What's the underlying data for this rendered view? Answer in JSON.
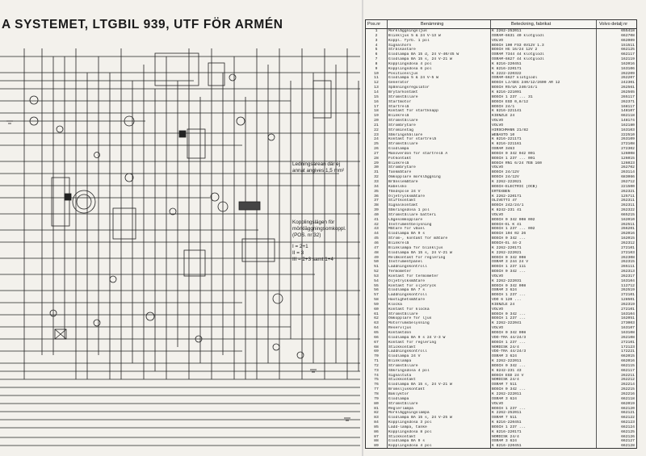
{
  "title": "A SYSTEMET, LTGBIL 939, UTF FÖR ARMÉN",
  "notes": {
    "wire_area": [
      "Ledningsarean där ej",
      "annat angives 1,5 mm²"
    ],
    "coupling_header": [
      "Kopplingslägen för",
      "mörkläggningsomkoppl.",
      "(POS. nr 32)"
    ],
    "coupling_lines": [
      "I = 2+1",
      "II = 3",
      "III = 2+3 samt 1+4"
    ]
  },
  "table": {
    "headers": {
      "no": "Pos.nr",
      "desc": "Benämning",
      "bet": "Beteckning, fabrikat",
      "vol": "Volvo detalj nr"
    },
    "rows": [
      {
        "no": "1",
        "desc": "Mörkläggningsljus",
        "bet": "K 2262-252011",
        "vol": "655418"
      },
      {
        "no": "2",
        "desc": "Blinkljus 5 & 24 V-13 W",
        "bet": "OSRAM-6631 40 klotglödl",
        "vol": "662708"
      },
      {
        "no": "3",
        "desc": "Koppl. fyrb. 1 pol",
        "bet": "VOLVO",
        "vol": "662009"
      },
      {
        "no": "4",
        "desc": "Signalhorn",
        "bet": "BOSCH 100 FS3 6V12V 1.3",
        "vol": "151511"
      },
      {
        "no": "5",
        "desc": "Strålkastare",
        "bet": "BOSCH HG 16/24 12V 2",
        "vol": "662125"
      },
      {
        "no": "6",
        "desc": "Glödlampa BA 15 d, 24 V-40/45 W",
        "bet": "OSRAM 7344 44 klotglödl",
        "vol": "662117"
      },
      {
        "no": "7",
        "desc": "Glödlampa BA 15 s, 24 V-21 W",
        "bet": "OSRAM-6627 44 klotglödl",
        "vol": "162119"
      },
      {
        "no": "8",
        "desc": "Kopplingsdosa 4 pol",
        "bet": "K 8216-220451",
        "vol": "162016"
      },
      {
        "no": "9",
        "desc": "Kopplingsdosa 6 pol",
        "bet": "K 8216-220171",
        "vol": "163106"
      },
      {
        "no": "10",
        "desc": "Positionsljus",
        "bet": "K 2222-220322",
        "vol": "262209"
      },
      {
        "no": "11",
        "desc": "Glödlampa 5 & 24 V-5 W",
        "bet": "OSRAM-6627 klotglödl",
        "vol": "262207"
      },
      {
        "no": "12",
        "desc": "Generator",
        "bet": "BOSCH LJ/GEG 240/12/2600 AR 12",
        "vol": "242301"
      },
      {
        "no": "13",
        "desc": "Spänningsregulator",
        "bet": "BOSCH RS/UA 240/24/1",
        "vol": "262561"
      },
      {
        "no": "14",
        "desc": "Brytarkontakt",
        "bet": "K 8216-221091",
        "vol": "262565"
      },
      {
        "no": "15",
        "desc": "Strömställare",
        "bet": "BOSCH 1 237 ... 31",
        "vol": "265117"
      },
      {
        "no": "16",
        "desc": "Startmotor",
        "bet": "BOSCH EGD 0,8/12",
        "vol": "262371"
      },
      {
        "no": "17",
        "desc": "Startrelä",
        "bet": "BOSCH 24/1",
        "vol": "168117"
      },
      {
        "no": "18",
        "desc": "Kontakt för startknapp",
        "bet": "K 8216-221141",
        "vol": "148107"
      },
      {
        "no": "19",
        "desc": "Blinkrelä",
        "bet": "KIENZLE 24",
        "vol": "662118"
      },
      {
        "no": "20",
        "desc": "Strömställare",
        "bet": "VOLVO",
        "vol": "148174"
      },
      {
        "no": "21",
        "desc": "Strömbrytare",
        "bet": "VOLVO",
        "vol": "162180"
      },
      {
        "no": "22",
        "desc": "Ströminstag",
        "bet": "HIRSCHMANN 21/82",
        "vol": "163103"
      },
      {
        "no": "23",
        "desc": "Säkringshållare",
        "bet": "WEBASTO 10",
        "vol": "222510"
      },
      {
        "no": "24",
        "desc": "Kontakt för startrelä",
        "bet": "K 8216-221171",
        "vol": "263109"
      },
      {
        "no": "25",
        "desc": "Strömställare",
        "bet": "K 8216-221161",
        "vol": "272108"
      },
      {
        "no": "26",
        "desc": "Glödlampa",
        "bet": "OSRAM 3463",
        "vol": "272302"
      },
      {
        "no": "27",
        "desc": "Manöverdon för startrelä A",
        "bet": "BOSCH 0 342 042 001",
        "vol": "126008"
      },
      {
        "no": "28",
        "desc": "Fotkontakt",
        "bet": "BOSCH 1 237 ... 001",
        "vol": "126015"
      },
      {
        "no": "29",
        "desc": "Blinkrelä",
        "bet": "BOSCH RN1 6/24 7EB 160",
        "vol": "126023"
      },
      {
        "no": "30",
        "desc": "Strömbrytare",
        "bet": "VOLVO",
        "vol": "262702"
      },
      {
        "no": "31",
        "desc": "Tankmätare",
        "bet": "BOSCH 24/12V",
        "vol": "263114"
      },
      {
        "no": "32",
        "desc": "Omkopplare mörkläggning",
        "bet": "BOSCH 24/12V",
        "vol": "683066"
      },
      {
        "no": "33",
        "desc": "Bränslemätare",
        "bet": "K 2262-222021",
        "vol": "262712"
      },
      {
        "no": "34",
        "desc": "Kabelsko",
        "bet": "BOSCH-ELECTRIC (OCB)",
        "vol": "221500"
      },
      {
        "no": "35",
        "desc": "Tändspole 24 V",
        "bet": "ERTEXBEN",
        "vol": "262321"
      },
      {
        "no": "36",
        "desc": "Oljetrycksmätare",
        "bet": "K 2262-220171",
        "vol": "125711"
      },
      {
        "no": "37",
        "desc": "Stiftkontakt",
        "bet": "OLIVETTI 47",
        "vol": "262311"
      },
      {
        "no": "38",
        "desc": "Signalkontakt",
        "bet": "BOSCH 242/24/1",
        "vol": "262311"
      },
      {
        "no": "39",
        "desc": "Säkringsdosa 1 pol",
        "bet": "K 8242-231 41",
        "vol": "262322"
      },
      {
        "no": "40",
        "desc": "Strömställare batteri",
        "bet": "VOLVO",
        "vol": "665215"
      },
      {
        "no": "41",
        "desc": "Lägesomkopplare",
        "bet": "BOSCH 0 342 008 002",
        "vol": "162010"
      },
      {
        "no": "42",
        "desc": "Instrumentbelysning",
        "bet": "BOSCH-EL K 41",
        "vol": "262511"
      },
      {
        "no": "43",
        "desc": "Mätare för växel",
        "bet": "BOSCH 1 237 ... 002",
        "vol": "266201"
      },
      {
        "no": "44",
        "desc": "Glödlampa BA 9 s",
        "bet": "BOSCH 104 02 26",
        "vol": "262016"
      },
      {
        "no": "45",
        "desc": "Ström-, kontakt för mätare",
        "bet": "BOSCH 0 342 ...",
        "vol": "162015"
      },
      {
        "no": "46",
        "desc": "Blinkrelä",
        "bet": "BOSCH-EL 44-2",
        "vol": "262312"
      },
      {
        "no": "47",
        "desc": "Blinklampa för blinkljus",
        "bet": "K 2262-220171",
        "vol": "272101"
      },
      {
        "no": "48",
        "desc": "Glödlampa BA 15 s, 24 V-21 W",
        "bet": "K 2262-222021",
        "vol": "272103"
      },
      {
        "no": "49",
        "desc": "Reläkontakt för reglering",
        "bet": "BOSCH 0 342 008",
        "vol": "262308"
      },
      {
        "no": "50",
        "desc": "Instrumentpanel",
        "bet": "OSRAM 3 244 24 V",
        "vol": "262315"
      },
      {
        "no": "51",
        "desc": "Laddningskontroll",
        "bet": "BOSCH 1 237 111",
        "vol": "265111"
      },
      {
        "no": "52",
        "desc": "Termometer",
        "bet": "BOSCH 0 342 ...",
        "vol": "262313"
      },
      {
        "no": "53",
        "desc": "Kontakt för termometer",
        "bet": "VOLVO",
        "vol": "262317"
      },
      {
        "no": "54",
        "desc": "Oljetrycksmätare",
        "bet": "K 2262-222031",
        "vol": "163104"
      },
      {
        "no": "55",
        "desc": "Kontakt för oljetryck",
        "bet": "BOSCH 0 342 008",
        "vol": "112712"
      },
      {
        "no": "56",
        "desc": "Glödlampa BA 7 s",
        "bet": "OSRAM 3 624",
        "vol": "262519"
      },
      {
        "no": "57",
        "desc": "Laddningskontroll",
        "bet": "BOSCH 1 237 ...",
        "vol": "272101"
      },
      {
        "no": "58",
        "desc": "Hastighetsmätare",
        "bet": "VDO 6 120 ... ",
        "vol": "128501"
      },
      {
        "no": "59",
        "desc": "Klocka",
        "bet": "KIENZLE 24",
        "vol": "262319"
      },
      {
        "no": "60",
        "desc": "Kontakt för klocka",
        "bet": "VOLVO",
        "vol": "272101"
      },
      {
        "no": "61",
        "desc": "Strömställare",
        "bet": "BOSCH 0 342 ...",
        "vol": "163104"
      },
      {
        "no": "62",
        "desc": "Omkopplare för ljus",
        "bet": "BOSCH 1 237 ...",
        "vol": "162051"
      },
      {
        "no": "63",
        "desc": "Motorrumsbelysning",
        "bet": "K 2262-222041",
        "vol": "273003"
      },
      {
        "no": "64",
        "desc": "Reservljus",
        "bet": "VOLVO",
        "vol": "163107"
      },
      {
        "no": "65",
        "desc": "Kontaktdon",
        "bet": "BOSCH 0 342 008",
        "vol": "163108"
      },
      {
        "no": "66",
        "desc": "Glödlampa BA 9 s 24 V-3 W",
        "bet": "VDO-TRA 44/24/3",
        "vol": "262108"
      },
      {
        "no": "67",
        "desc": "Kontakt för reglering",
        "bet": "BOSCH 1 237 ...",
        "vol": "272101"
      },
      {
        "no": "68",
        "desc": "Stickkontakt",
        "bet": "NORDISK 24/4",
        "vol": "172123"
      },
      {
        "no": "69",
        "desc": "Laddningskontroll",
        "bet": "VDO-TRA 44/24/3",
        "vol": "172221"
      },
      {
        "no": "70",
        "desc": "Glödlampa 24 V",
        "bet": "OSRAM 3 624",
        "vol": "662015"
      },
      {
        "no": "71",
        "desc": "Blinklampa",
        "bet": "K 2262-222011",
        "vol": "662016"
      },
      {
        "no": "72",
        "desc": "Strömställare",
        "bet": "BOSCH 0 342 ...",
        "vol": "662115"
      },
      {
        "no": "73",
        "desc": "Säkringsdosa 4 pol",
        "bet": "K 8242-231 43",
        "vol": "662117"
      },
      {
        "no": "74",
        "desc": "Signaltuta",
        "bet": "BOSCH EGD 24 V",
        "vol": "262211"
      },
      {
        "no": "75",
        "desc": "Stickkontakt",
        "bet": "NORDISK 24/4",
        "vol": "262212"
      },
      {
        "no": "76",
        "desc": "Glödlampa BA 15 s, 24 V-21 W",
        "bet": "OSRAM 7 511",
        "vol": "262214"
      },
      {
        "no": "77",
        "desc": "Bromsljuskontakt",
        "bet": "BOSCH 0 342 ...",
        "vol": "262215"
      },
      {
        "no": "78",
        "desc": "Baklyktor",
        "bet": "K 2262-222011",
        "vol": "262216"
      },
      {
        "no": "79",
        "desc": "Glödlampa",
        "bet": "OSRAM 3 624",
        "vol": "662118"
      },
      {
        "no": "80",
        "desc": "Strömställare",
        "bet": "VOLVO",
        "vol": "662019"
      },
      {
        "no": "81",
        "desc": "Reglerlampa",
        "bet": "BOSCH 1 237 ...",
        "vol": "662120"
      },
      {
        "no": "82",
        "desc": "Mörkläggningslampa",
        "bet": "K 2262-252011",
        "vol": "662121"
      },
      {
        "no": "83",
        "desc": "Glödlampa BA 15 s, 24 V-25 W",
        "bet": "OSRAM 7 511",
        "vol": "662122"
      },
      {
        "no": "84",
        "desc": "Kopplingsdosa 3 pol",
        "bet": "K 8216-220451",
        "vol": "662123"
      },
      {
        "no": "85",
        "desc": "Ladd-lampa, tanke",
        "bet": "BOSCH 1 237 ...",
        "vol": "662124"
      },
      {
        "no": "86",
        "desc": "Kopplingsdosa 8 pol",
        "bet": "K 8216-220171",
        "vol": "662125"
      },
      {
        "no": "87",
        "desc": "Stickkontakt",
        "bet": "NORDISK 24/4",
        "vol": "662126"
      },
      {
        "no": "88",
        "desc": "Glödlampa BA 9 s",
        "bet": "OSRAM 3 624",
        "vol": "662127"
      },
      {
        "no": "89",
        "desc": "Kopplingsdosa 4 pol",
        "bet": "K 8216-220451",
        "vol": "662128"
      }
    ]
  }
}
